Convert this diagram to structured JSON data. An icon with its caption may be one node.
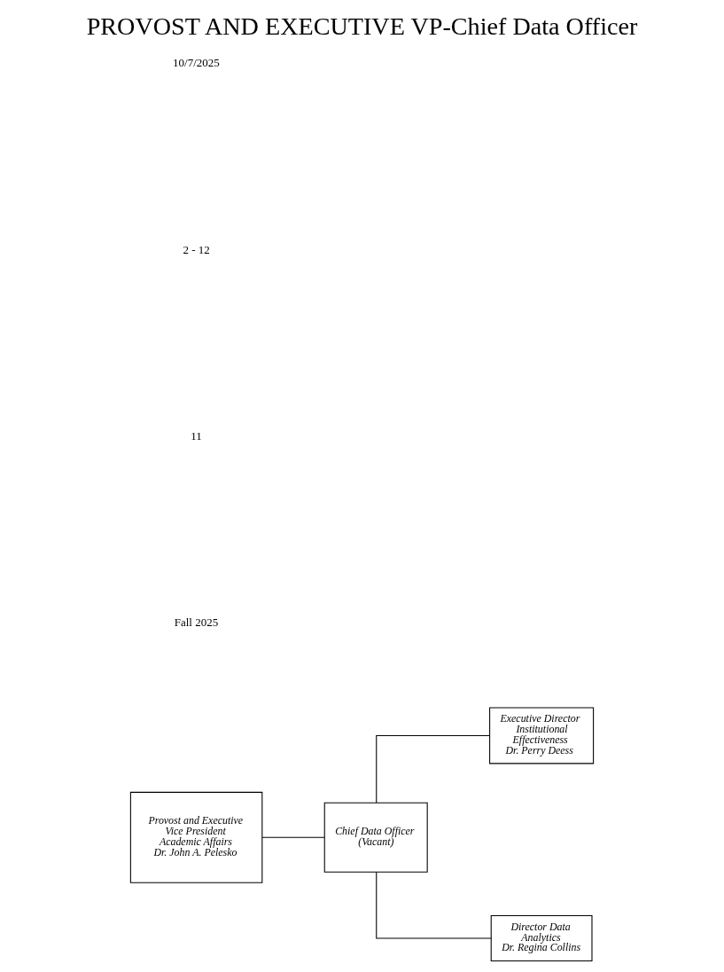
{
  "diagram": {
    "title": "PROVOST AND EXECUTIVE VP-Chief Data Officer",
    "nodes": [
      {
        "text": [
          "Provost and Executive Vice President Academic Affairs",
          "Dr. John A. Pelesko"
        ]
      },
      {
        "text": [
          "Chief Data Officer (Vacant)"
        ]
      },
      {
        "text": [
          "Director Data Analytics",
          "Dr. Regina Collins"
        ]
      },
      {
        "text": [
          "Executive Director Institutional Effectiveness",
          "Dr. Perry Deess"
        ]
      }
    ],
    "edges": [
      {
        "from": 0,
        "to": 1,
        "arrow": "none"
      },
      {
        "from": 1,
        "to": 2,
        "arrow": "none"
      },
      {
        "from": 1,
        "to": 3,
        "arrow": "none"
      }
    ],
    "labels": [
      "Fall 2025",
      "11",
      "2 - 12",
      "10/7/2025"
    ]
  }
}
